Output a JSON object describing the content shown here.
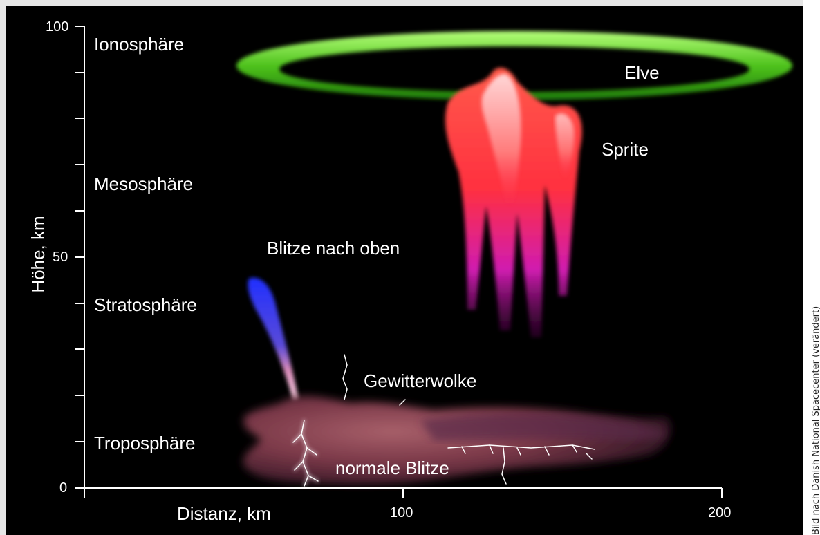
{
  "axes": {
    "y_label": "Höhe, km",
    "x_label": "Distanz, km",
    "y_ticks": [
      "100",
      "50",
      "0"
    ],
    "x_ticks": [
      "100",
      "200"
    ],
    "axis_color": "#ffffff"
  },
  "layers": {
    "ionosphere": "Ionosphäre",
    "mesosphere": "Mesosphäre",
    "stratosphere": "Stratosphäre",
    "troposphere": "Troposphäre"
  },
  "phenomena": {
    "elve": "Elve",
    "sprite": "Sprite",
    "jets": "Blitze nach oben",
    "cloud": "Gewitterwolke",
    "lightning": "normale Blitze"
  },
  "credit": "Bild nach Danish National Spacecenter (verändert)",
  "colors": {
    "background": "#000000",
    "elve": "#5ecf2a",
    "sprite_top": "#ff3b3b",
    "sprite_bottom": "#d020c0",
    "jet": "#2a3bff",
    "cloud": "#8a4a5a"
  }
}
